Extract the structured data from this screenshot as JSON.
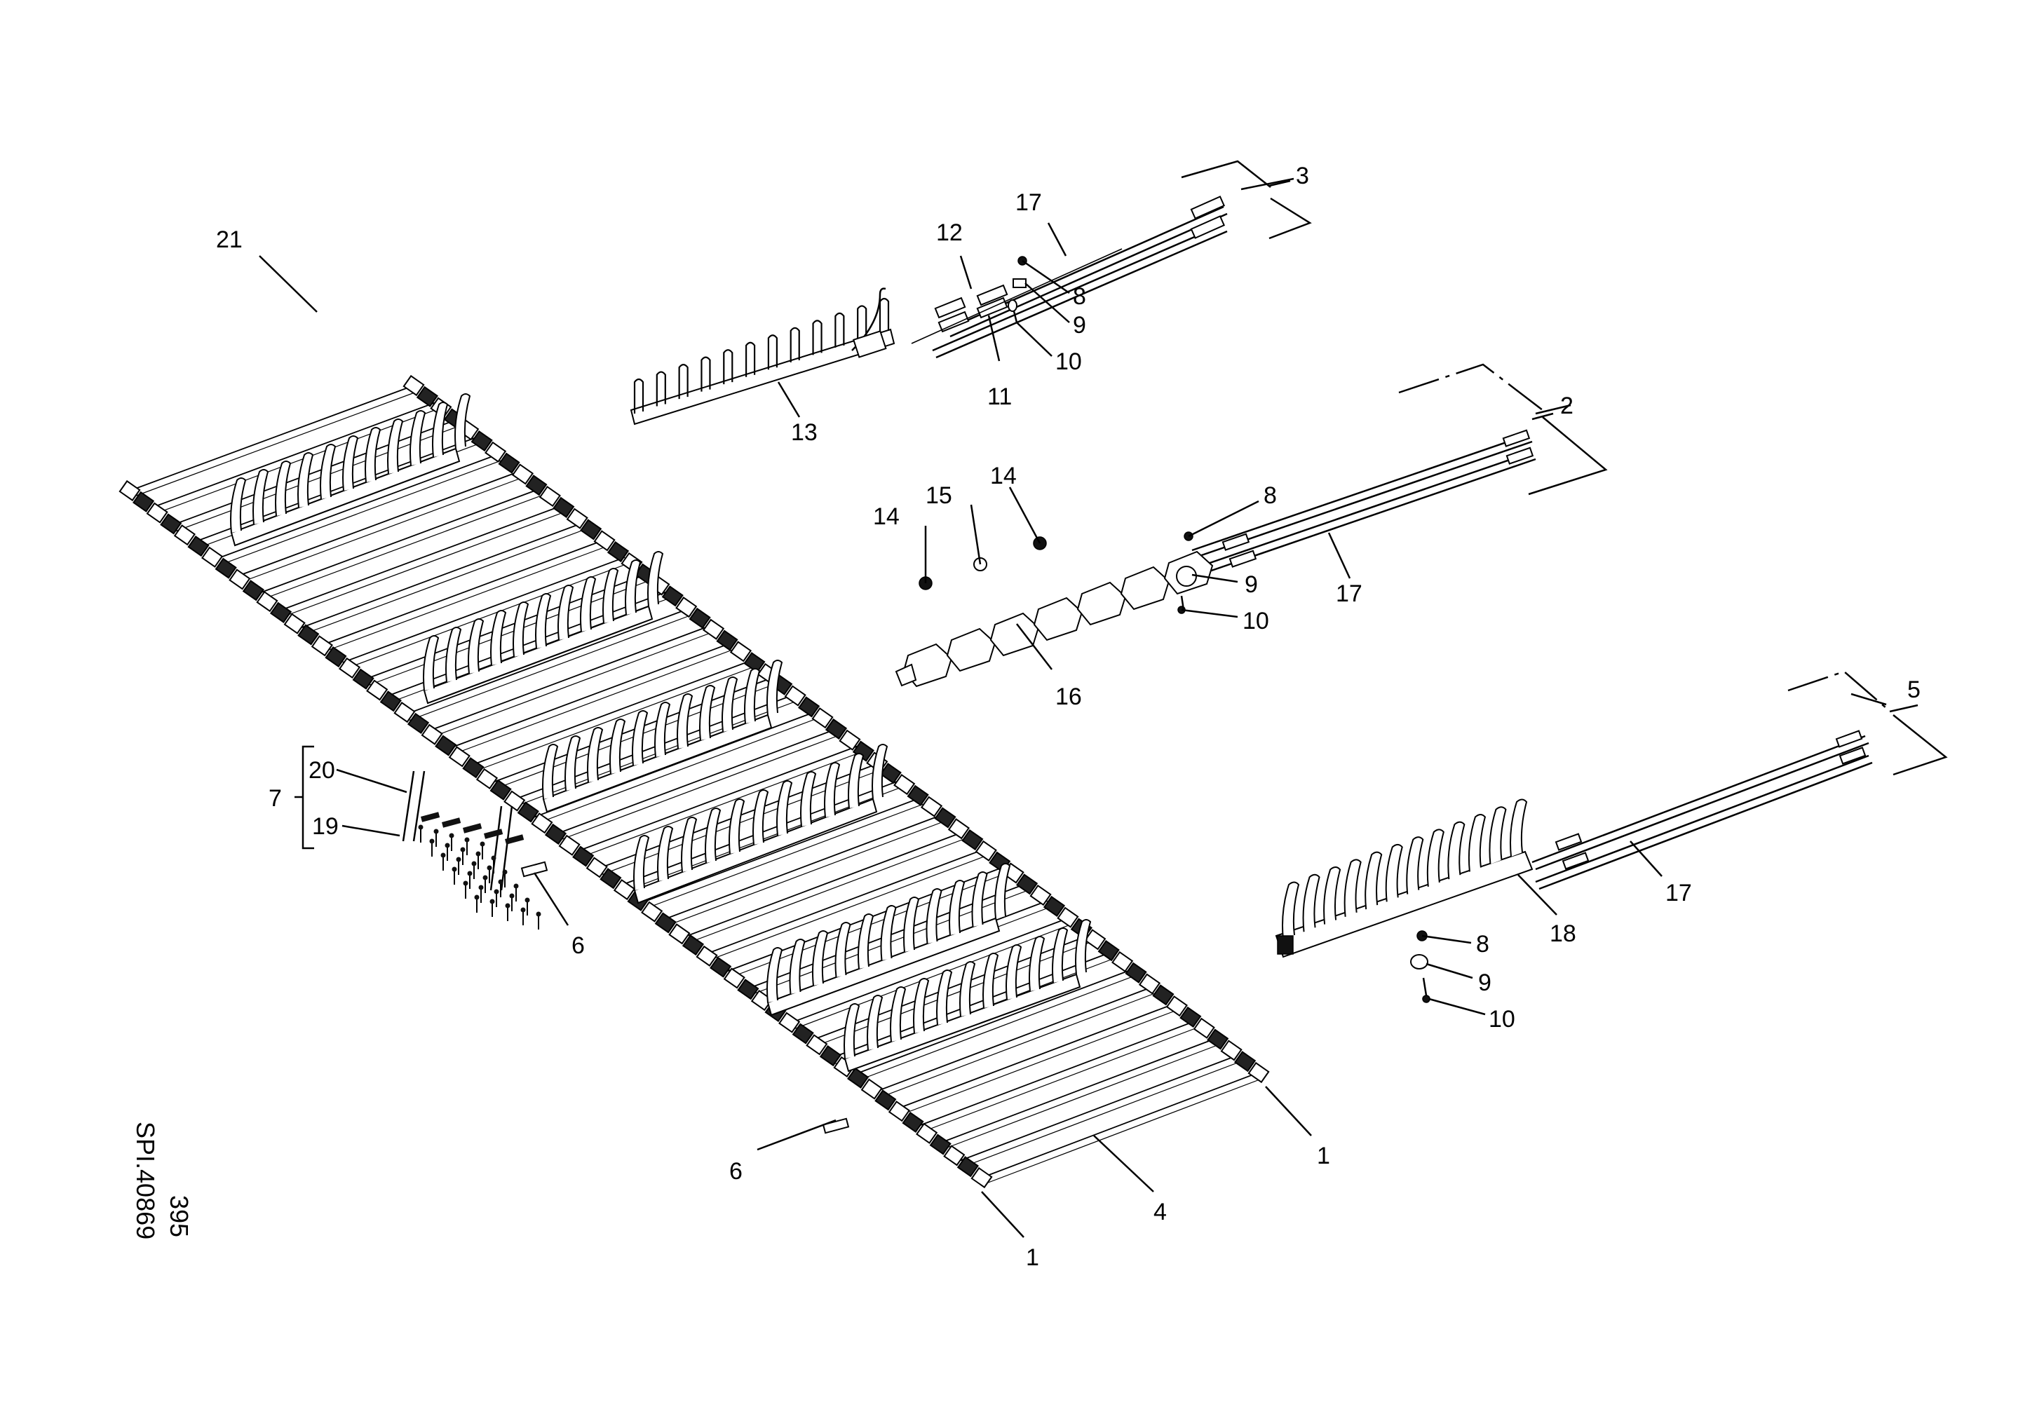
{
  "drawing": {
    "code_line1": "SPI.40869",
    "code_line2": "395"
  },
  "callouts": {
    "c1a": "1",
    "c1b": "1",
    "c2": "2",
    "c3": "3",
    "c4": "4",
    "c5": "5",
    "c6a": "6",
    "c6b": "6",
    "c7": "7",
    "c8a": "8",
    "c8b": "8",
    "c8c": "8",
    "c9a": "9",
    "c9b": "9",
    "c9c": "9",
    "c10a": "10",
    "c10b": "10",
    "c10c": "10",
    "c11": "11",
    "c12": "12",
    "c13": "13",
    "c14a": "14",
    "c14b": "14",
    "c15": "15",
    "c16": "16",
    "c17a": "17",
    "c17b": "17",
    "c17c": "17",
    "c18": "18",
    "c19": "19",
    "c20": "20",
    "c21": "21"
  }
}
